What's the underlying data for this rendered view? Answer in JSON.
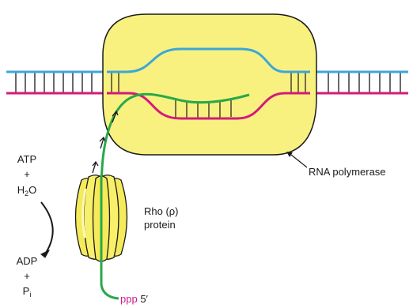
{
  "labels": {
    "atp": "ATP",
    "plus_top": "+",
    "h2o_main": "H",
    "h2o_sub": "2",
    "h2o_tail": "O",
    "adp": "ADP",
    "plus_bottom": "+",
    "pi_main": "P",
    "pi_sub": "i",
    "rna_polymerase": "RNA polymerase",
    "rho_line1": "Rho (ρ)",
    "rho_line2": "protein",
    "ppp": "ppp",
    "five_prime": "5′"
  },
  "colors": {
    "polymerase_fill": "#f8f180",
    "polymerase_stroke": "#1a1a1a",
    "dna_template_strand": "#d6197a",
    "dna_coding_strand": "#3aa7d8",
    "rna_transcript": "#2aa84a",
    "rho_fill": "#f5ea5a",
    "rho_highlight": "#fdf9b8",
    "text": "#1a1a1a",
    "ppp_text": "#d01a8c"
  }
}
